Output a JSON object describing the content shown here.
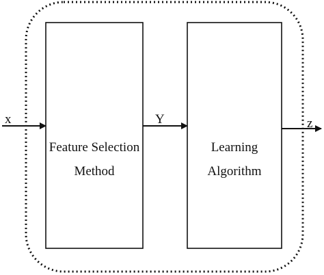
{
  "diagram": {
    "input_label": "x",
    "middle_label": "Y",
    "output_label": "z",
    "boxes": [
      {
        "lines": [
          "Feature Selection",
          "Method"
        ]
      },
      {
        "lines": [
          "Learning",
          "Algorithm"
        ]
      }
    ]
  }
}
